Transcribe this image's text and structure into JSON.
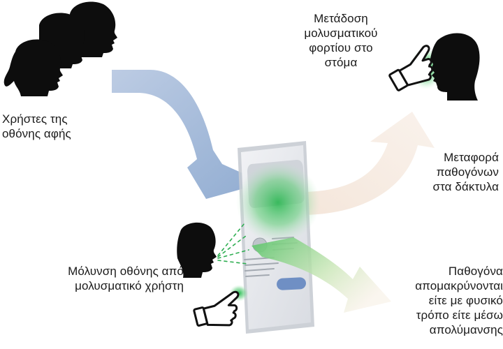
{
  "labels": {
    "touchscreen_users": "Χρήστες της\nοθόνης αφής",
    "transfer_to_mouth": "Μετάδοση\nμολυσματικού\nφορτίου στο\nστόμα",
    "pathogens_to_fingers": "Μεταφορά\nπαθογόνων\nστα δάκτυλα",
    "screen_contamination": "Μόλυνση οθόνης από\nμολυσματικό χρήστη",
    "pathogens_removed": "Παθογόνα\nαπομακρύνονται\nείτε με φυσικό\nτρόπο είτε μέσω\nαπολύμανσης"
  },
  "colors": {
    "arrow_blue": "#9fb6d6",
    "arrow_peach": "#f5e2d2",
    "arrow_green": "#7fcf8a",
    "pathogen_green": "#2fbf4f",
    "silhouette": "#0d0d0d",
    "screen": "#e6e8ec"
  },
  "icons": [
    "head-silhouette",
    "hand-pointing-icon",
    "touchscreen-device"
  ]
}
